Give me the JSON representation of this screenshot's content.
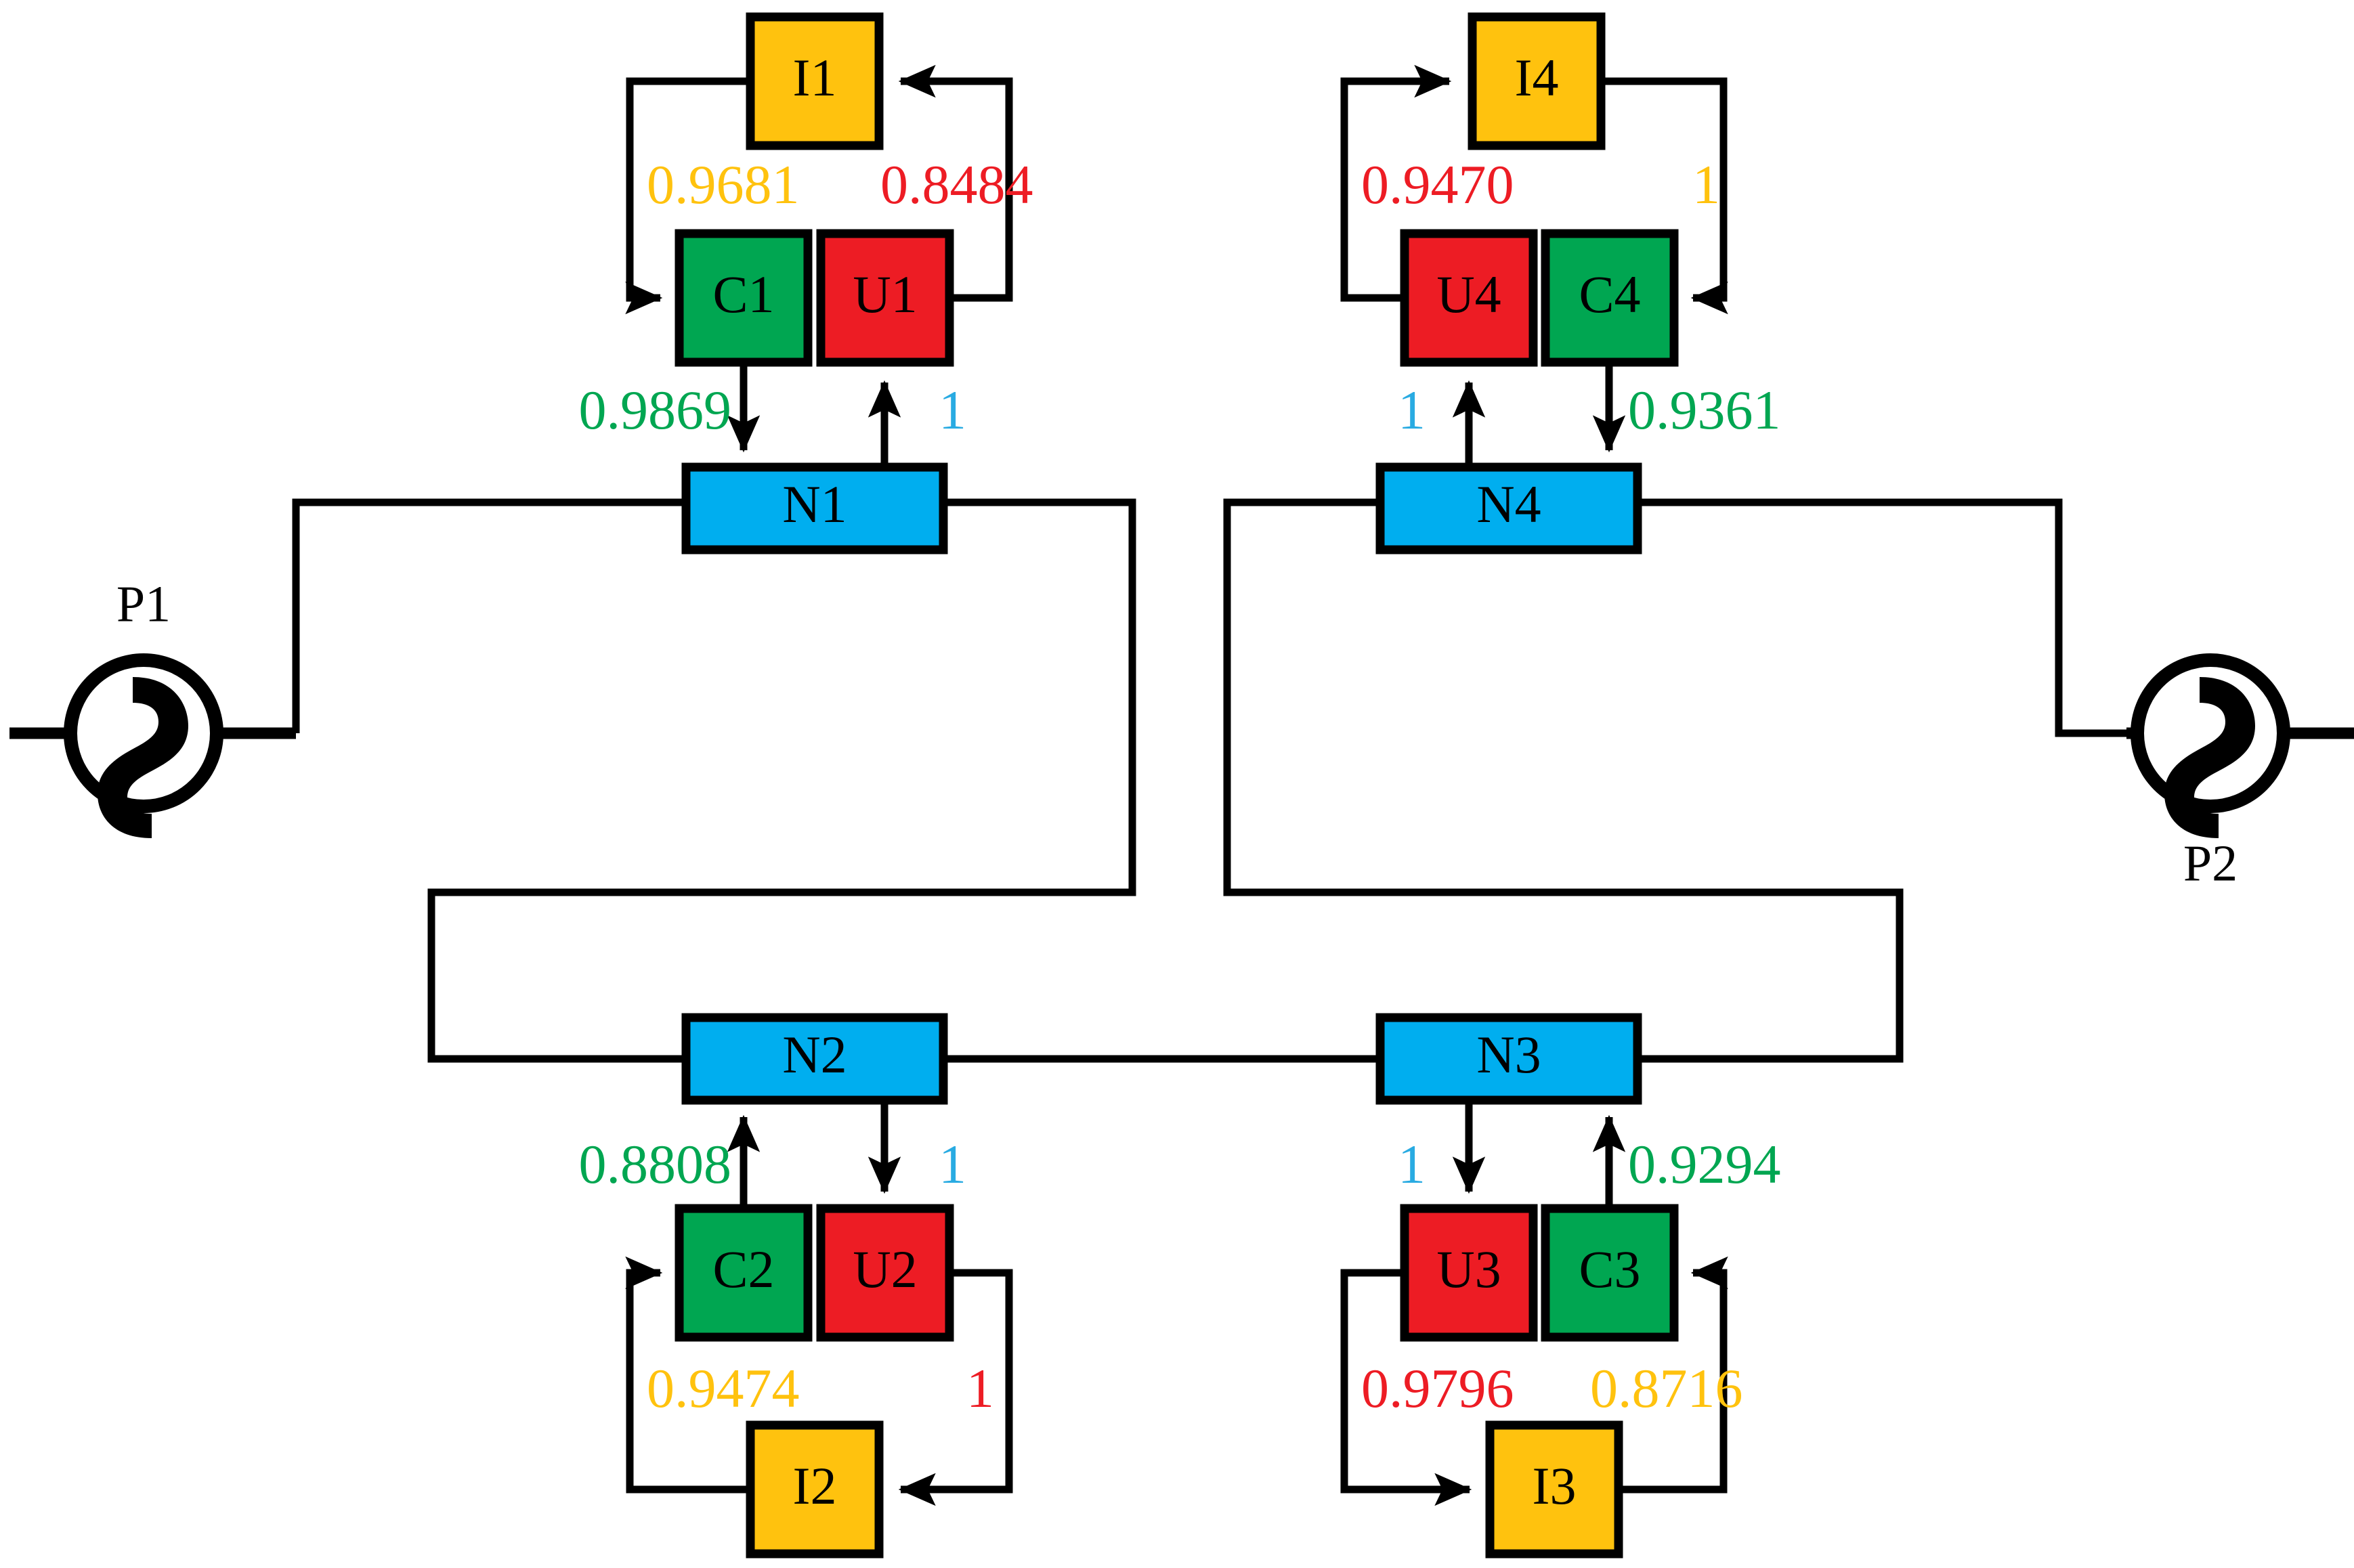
{
  "diagram": {
    "title": "Microgrid cluster consensus diagram",
    "colors": {
      "node": "#00AEEF",
      "converter": "#00A651",
      "unit": "#ED1C24",
      "inverter": "#FFC20E",
      "outline": "#000000",
      "background": "#FFFFFF",
      "weight_green": "#00A651",
      "weight_red": "#ED1C24",
      "weight_amber": "#FFC20E",
      "weight_blue": "#29ABE2"
    },
    "sources": [
      {
        "id": "P1",
        "label": "P1"
      },
      {
        "id": "P2",
        "label": "P2"
      }
    ],
    "nodes": [
      {
        "id": "N1",
        "label": "N1"
      },
      {
        "id": "N2",
        "label": "N2"
      },
      {
        "id": "N3",
        "label": "N3"
      },
      {
        "id": "N4",
        "label": "N4"
      }
    ],
    "blocks": [
      {
        "id": "I1",
        "label": "I1",
        "kind": "inverter"
      },
      {
        "id": "C1",
        "label": "C1",
        "kind": "converter"
      },
      {
        "id": "U1",
        "label": "U1",
        "kind": "unit"
      },
      {
        "id": "I2",
        "label": "I2",
        "kind": "inverter"
      },
      {
        "id": "C2",
        "label": "C2",
        "kind": "converter"
      },
      {
        "id": "U2",
        "label": "U2",
        "kind": "unit"
      },
      {
        "id": "I3",
        "label": "I3",
        "kind": "inverter"
      },
      {
        "id": "C3",
        "label": "C3",
        "kind": "converter"
      },
      {
        "id": "U3",
        "label": "U3",
        "kind": "unit"
      },
      {
        "id": "I4",
        "label": "I4",
        "kind": "inverter"
      },
      {
        "id": "C4",
        "label": "C4",
        "kind": "converter"
      },
      {
        "id": "U4",
        "label": "U4",
        "kind": "unit"
      }
    ],
    "weights": {
      "g1_i1_to_c1": "0.9681",
      "g1_u1_to_i1": "0.8484",
      "g1_c1_to_n1": "0.9869",
      "g1_n1_to_u1": "1",
      "g2_n2_from_c2": "0.8808",
      "g2_n2_to_u2": "1",
      "g2_i2_to_c2": "0.9474",
      "g2_u2_to_i2": "1",
      "g3_n3_to_u3": "1",
      "g3_c3_to_n3": "0.9294",
      "g3_u3_to_i3": "0.9796",
      "g3_i3_to_c3": "0.8716",
      "g4_u4_to_i4": "0.9470",
      "g4_i4_to_c4": "1",
      "g4_n4_to_u4": "1",
      "g4_c4_to_n4": "0.9361"
    }
  }
}
